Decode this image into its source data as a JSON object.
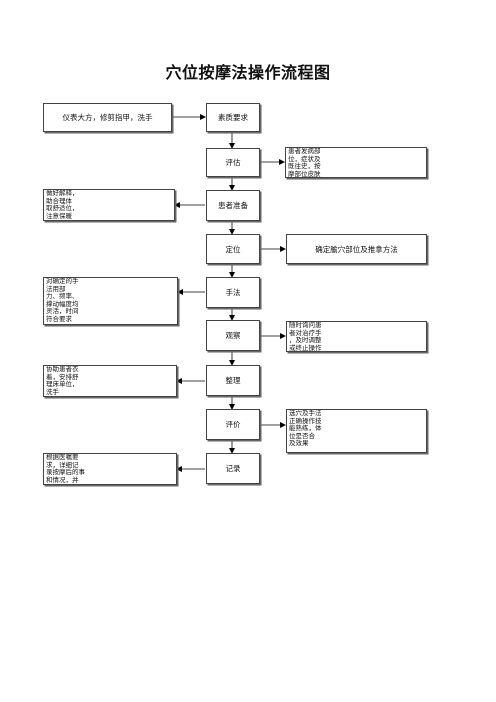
{
  "title": "穴位按摩法操作流程图",
  "steps": [
    {
      "id": "s1",
      "label": "素质要求"
    },
    {
      "id": "s2",
      "label": "评估"
    },
    {
      "id": "s3",
      "label": "患者准备"
    },
    {
      "id": "s4",
      "label": "定位"
    },
    {
      "id": "s5",
      "label": "手法"
    },
    {
      "id": "s6",
      "label": "观察"
    },
    {
      "id": "s7",
      "label": "整理"
    },
    {
      "id": "s8",
      "label": "评价"
    },
    {
      "id": "s9",
      "label": "记录"
    }
  ],
  "notes": {
    "n1": "仪表大方，修剪指甲，洗手",
    "n2": "患者发病部\n位，症状及\n既往史，按\n摩部位皮肤",
    "n3": "做好解释，\n助合理体\n取舒适位，\n注意保暖",
    "n4": "确定腧穴部位及推拿方法",
    "n5": "对确定的手\n法用部\n力、频率、\n撑动幅度均\n灵活，时间\n符合要求",
    "n6": "随时询问患\n者对治疗手\n，及时调整\n或终止操作",
    "n7": "协助患者衣\n着，安排舒\n理床单位，\n洗手",
    "n8": "选穴及手法\n正确操作技\n能熟练，体\n位是否合\n及效果",
    "n9": "根据医嘱要\n求，详细记\n录按摩后的事\n和情况，并"
  }
}
